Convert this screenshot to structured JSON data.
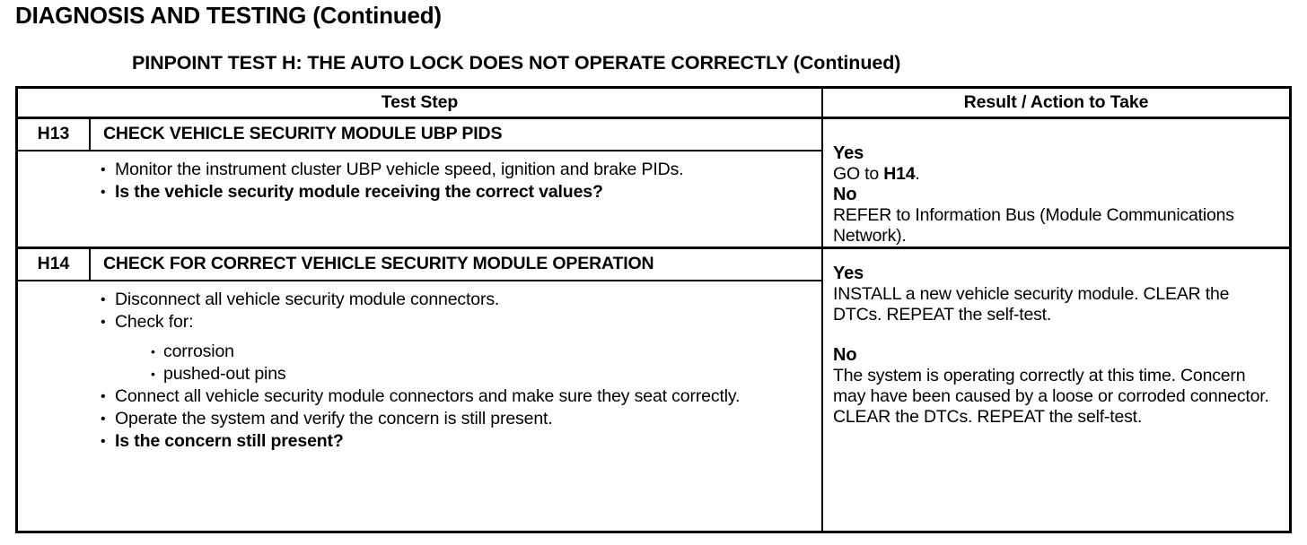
{
  "document": {
    "page_title": "DIAGNOSIS AND TESTING (Continued)",
    "pinpoint_title": "PINPOINT TEST  H: THE AUTO LOCK DOES NOT OPERATE CORRECTLY (Continued)"
  },
  "table": {
    "headers": {
      "test_step": "Test Step",
      "result_action": "Result / Action to Take"
    },
    "steps": [
      {
        "id": "H13",
        "heading": "CHECK VEHICLE SECURITY MODULE UBP PIDS",
        "bullets": [
          {
            "text": "Monitor the instrument cluster UBP vehicle speed, ignition and brake PIDs.",
            "bold": false,
            "level": 1
          },
          {
            "text": "Is the vehicle security module receiving the correct values?",
            "bold": true,
            "level": 1
          }
        ],
        "result": {
          "yes_label": "Yes",
          "yes_text_pre": "GO to ",
          "yes_text_bold": "H14",
          "yes_text_post": ".",
          "no_label": "No",
          "no_text": "REFER to Information Bus (Module Communications Network)."
        }
      },
      {
        "id": "H14",
        "heading": "CHECK FOR CORRECT VEHICLE SECURITY MODULE OPERATION",
        "bullets": [
          {
            "text": "Disconnect all vehicle security module connectors.",
            "bold": false,
            "level": 1
          },
          {
            "text": "Check for:",
            "bold": false,
            "level": 1
          },
          {
            "text": "corrosion",
            "bold": false,
            "level": 2
          },
          {
            "text": "pushed-out pins",
            "bold": false,
            "level": 2
          },
          {
            "text": "Connect all vehicle security module connectors and make sure they seat correctly.",
            "bold": false,
            "level": 1
          },
          {
            "text": "Operate the system and verify the concern is still present.",
            "bold": false,
            "level": 1
          },
          {
            "text": "Is the concern still present?",
            "bold": true,
            "level": 1
          }
        ],
        "result": {
          "yes_label": "Yes",
          "yes_text": "INSTALL a new vehicle security module. CLEAR the DTCs. REPEAT the self-test.",
          "no_label": "No",
          "no_text": "The system is operating correctly at this time. Concern may have been caused by a loose or corroded connector. CLEAR the DTCs. REPEAT the self-test."
        }
      }
    ]
  },
  "colors": {
    "ink": "#000000",
    "paper": "#ffffff"
  }
}
